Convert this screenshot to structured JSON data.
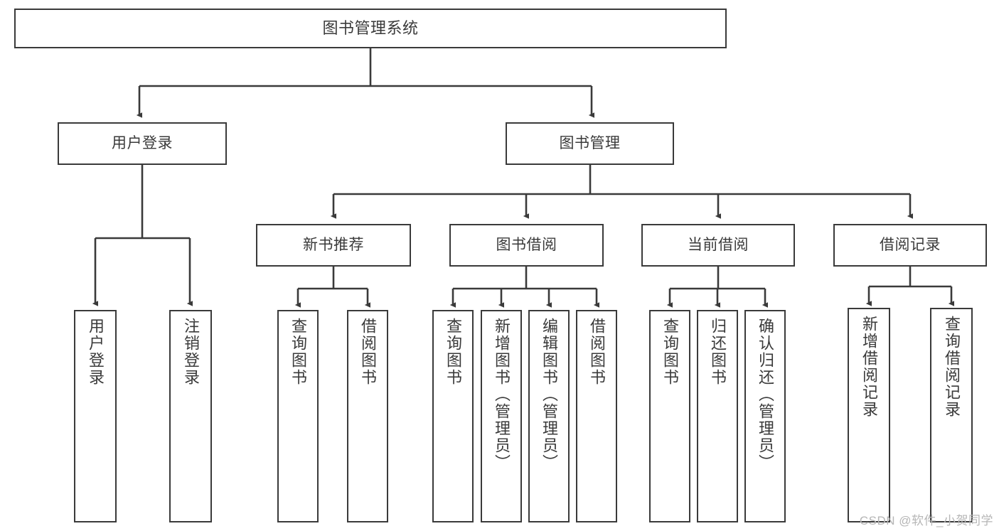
{
  "diagram": {
    "type": "tree-hierarchy-chart",
    "title_text": "图书管理系统",
    "colors": {
      "stroke": "#3a3a3a",
      "fill": "#ffffff",
      "text": "#3a3a3a",
      "watermark": "#b6b6b6"
    },
    "root": {
      "label": "图书管理系统"
    },
    "level2": [
      {
        "label": "用户登录"
      },
      {
        "label": "图书管理"
      }
    ],
    "level3": [
      {
        "label": "新书推荐"
      },
      {
        "label": "图书借阅"
      },
      {
        "label": "当前借阅"
      },
      {
        "label": "借阅记录"
      }
    ],
    "leaves": {
      "user_login": [
        {
          "label": "用户登录"
        },
        {
          "label": "注销登录"
        }
      ],
      "new_book_recommend": [
        {
          "label": "查询图书"
        },
        {
          "label": "借阅图书"
        }
      ],
      "book_borrow": [
        {
          "label": "查询图书"
        },
        {
          "label": "新增图书（管理员）"
        },
        {
          "label": "编辑图书（管理员）"
        },
        {
          "label": "借阅图书"
        }
      ],
      "current_borrow": [
        {
          "label": "查询图书"
        },
        {
          "label": "归还图书"
        },
        {
          "label": "确认归还（管理员）"
        }
      ],
      "borrow_record": [
        {
          "label": "新增借阅记录"
        },
        {
          "label": "查询借阅记录"
        }
      ]
    },
    "watermark": "CSDN @软件_小贺同学"
  }
}
